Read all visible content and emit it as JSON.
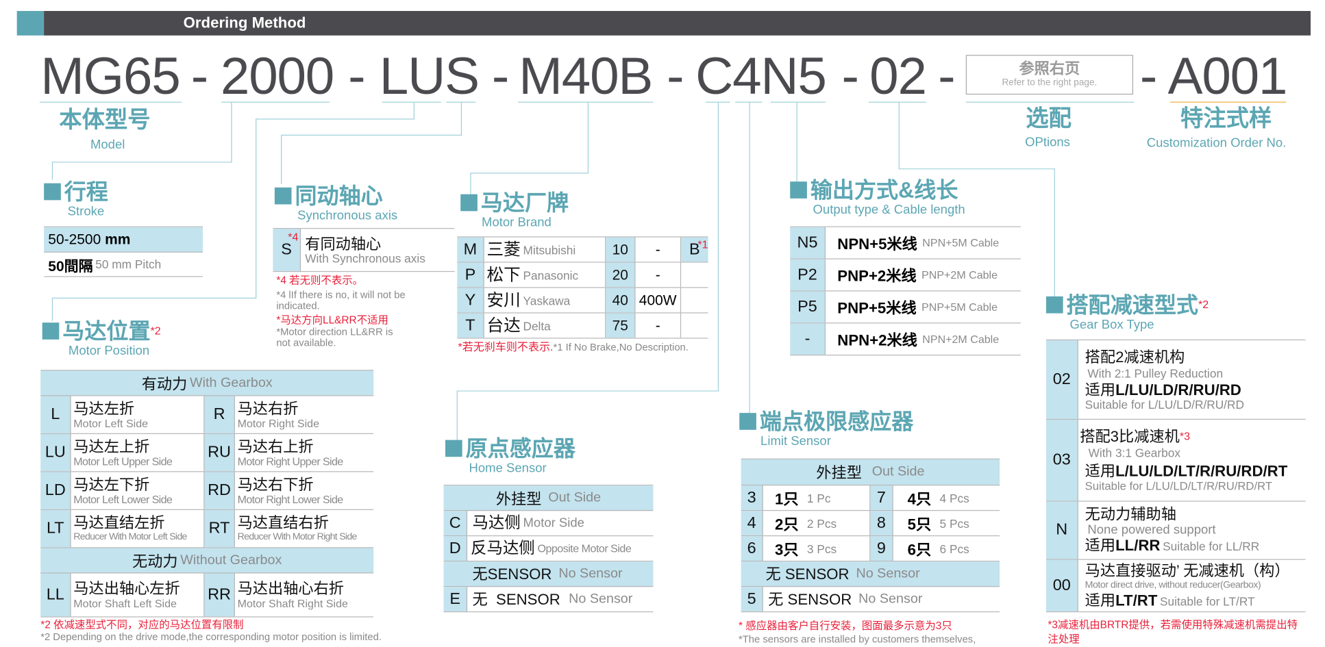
{
  "header": {
    "title": "Ordering Method"
  },
  "code": {
    "segments": [
      "MG65",
      "2000",
      "LUS",
      "M40B",
      "C4N5",
      "02"
    ],
    "separator": "-",
    "options_box": {
      "zh": "参照右页",
      "en": "Refer to the right page."
    },
    "custom": "A001"
  },
  "labels": {
    "model": {
      "zh": "本体型号",
      "en": "Model"
    },
    "options": {
      "zh": "选配",
      "en": "OPtions"
    },
    "custom": {
      "zh": "特注式样",
      "en": "Customization Order No."
    }
  },
  "stroke": {
    "title": "行程",
    "subtitle": "Stroke",
    "range": "50-2500",
    "unit": "mm",
    "pitch_zh": "50間隔",
    "pitch_en": "50 mm Pitch"
  },
  "sync": {
    "title": "同动轴心",
    "subtitle": "Synchronous axis",
    "code": "S",
    "mark": "*4",
    "zh": "有同动轴心",
    "en": "With Synchronous axis",
    "notes": [
      "*4 若无则不表示。",
      "*4 lIf there is no, it will not be indicated.",
      "*马达方向LL&RR不适用",
      "*Motor direction LL&RR is not available."
    ]
  },
  "motor_position": {
    "title": "马达位置",
    "mark": "*2",
    "subtitle": "Motor Position",
    "with_header": {
      "zh": "有动力",
      "en": "With Gearbox"
    },
    "with_items": [
      {
        "code": "L",
        "zh": "马达左折",
        "en": "Motor Left Side"
      },
      {
        "code": "R",
        "zh": "马达右折",
        "en": "Motor Right Side"
      },
      {
        "code": "LU",
        "zh": "马达左上折",
        "en": "Motor Left Upper Side"
      },
      {
        "code": "RU",
        "zh": "马达右上折",
        "en": "Motor Right Upper Side"
      },
      {
        "code": "LD",
        "zh": "马达左下折",
        "en": "Motor Left Lower Side"
      },
      {
        "code": "RD",
        "zh": "马达右下折",
        "en": "Motor Right Lower Side"
      },
      {
        "code": "LT",
        "zh": "马达直结左折",
        "en": "Reducer With Motor Left Side"
      },
      {
        "code": "RT",
        "zh": "马达直结右折",
        "en": "Reducer With Motor Right Side"
      }
    ],
    "without_header": {
      "zh": "无动力",
      "en": "Without Gearbox"
    },
    "without_items": [
      {
        "code": "LL",
        "zh": "马达出轴心左折",
        "en": "Motor Shaft Left Side"
      },
      {
        "code": "RR",
        "zh": "马达出轴心右折",
        "en": "Motor Shaft Right Side"
      }
    ],
    "notes": [
      "*2 依减速型式不同，对应的马达位置有限制",
      "*2 Depending on the drive mode,the corresponding motor position is limited."
    ]
  },
  "motor_brand": {
    "title": "马达厂牌",
    "subtitle": "Motor Brand",
    "rows": [
      {
        "code": "M",
        "zh": "三菱",
        "en": "Mitsubishi",
        "num": "10",
        "watt": "-"
      },
      {
        "code": "P",
        "zh": "松下",
        "en": "Panasonic",
        "num": "20",
        "watt": "-"
      },
      {
        "code": "Y",
        "zh": "安川",
        "en": "Yaskawa",
        "num": "40",
        "watt": "400W"
      },
      {
        "code": "T",
        "zh": "台达",
        "en": "Delta",
        "num": "75",
        "watt": "-"
      }
    ],
    "brake": {
      "code": "B",
      "mark": "*1"
    },
    "note_red": "*若无刹车则不表示.",
    "note_gray": "*1 If No Brake,No Description."
  },
  "home_sensor": {
    "title": "原点感应器",
    "subtitle": "Home Sensor",
    "out_header": {
      "zh": "外挂型",
      "en": "Out Side"
    },
    "rows": [
      {
        "code": "C",
        "zh": "马达侧",
        "en": "Motor Side"
      },
      {
        "code": "D",
        "zh": "反马达侧",
        "en": "Opposite Motor Side"
      }
    ],
    "none_header": {
      "zh": "无SENSOR",
      "en": "No Sensor"
    },
    "none_row": {
      "code": "E",
      "zh": "无  SENSOR",
      "en": "No Sensor"
    }
  },
  "limit_sensor": {
    "title": "端点极限感应器",
    "subtitle": "Limit Sensor",
    "out_header": {
      "zh": "外挂型",
      "en": "Out Side"
    },
    "items": [
      {
        "code": "3",
        "zh": "1只",
        "en": "1 Pc"
      },
      {
        "code": "7",
        "zh": "4只",
        "en": "4 Pcs"
      },
      {
        "code": "4",
        "zh": "2只",
        "en": "2 Pcs"
      },
      {
        "code": "8",
        "zh": "5只",
        "en": "5 Pcs"
      },
      {
        "code": "6",
        "zh": "3只",
        "en": "3 Pcs"
      },
      {
        "code": "9",
        "zh": "6只",
        "en": "6 Pcs"
      }
    ],
    "none_header": {
      "zh": "无 SENSOR",
      "en": "No Sensor"
    },
    "none_row": {
      "code": "5",
      "zh": "无 SENSOR",
      "en": "No Sensor"
    },
    "note_red": "* 感应器由客户自行安装，图面最多示意为3只",
    "note_gray": "*The sensors are installed by customers themselves,"
  },
  "output": {
    "title": "输出方式&线长",
    "subtitle": "Output type & Cable length",
    "rows": [
      {
        "code": "N5",
        "zh": "NPN+5米线",
        "en": "NPN+5M Cable"
      },
      {
        "code": "P2",
        "zh": "PNP+2米线",
        "en": "PNP+2M Cable"
      },
      {
        "code": "P5",
        "zh": "PNP+5米线",
        "en": "PNP+5M Cable"
      },
      {
        "code": "-",
        "zh": "NPN+2米线",
        "en": "NPN+2M Cable"
      }
    ]
  },
  "gearbox": {
    "title": "搭配减速型式",
    "mark": "*2",
    "subtitle": "Gear Box Type",
    "rows": [
      {
        "code": "02",
        "zh": "搭配2减速机构",
        "en": "With 2:1 Pulley Reduction",
        "apply_prefix": "适用",
        "apply": "L/LU/LD/R/RU/RD",
        "apply_en": "Suitable for L/LU/LD/R/RU/RD"
      },
      {
        "code": "03",
        "zh": "搭配3比减速机",
        "mark": "*3",
        "en": "With 3:1 Gearbox",
        "apply_prefix": "适用",
        "apply": "L/LU/LD/LT/R/RU/RD/RT",
        "apply_en": "Suitable for L/LU/LD/LT/R/RU/RD/RT"
      },
      {
        "code": "N",
        "zh": "无动力辅助轴",
        "en": "None powered support",
        "apply_prefix": "适用",
        "apply": "LL/RR",
        "apply_en": "Suitable for LL/RR"
      },
      {
        "code": "00",
        "zh": "马达直接驱动’ 无减速机（构）",
        "en": "Motor direct drive, without reducer(Gearbox)",
        "apply_prefix": "适用",
        "apply": "LT/RT",
        "apply_en": "Suitable for LT/RT"
      }
    ],
    "note_red": "*3减速机由BRTR提供，若需使用特殊减速机需提出特注处理"
  },
  "colors": {
    "accent": "#5ca6b3",
    "cell": "#c3e3ee",
    "header": "#4b4a4f",
    "note": "#e8203a"
  }
}
